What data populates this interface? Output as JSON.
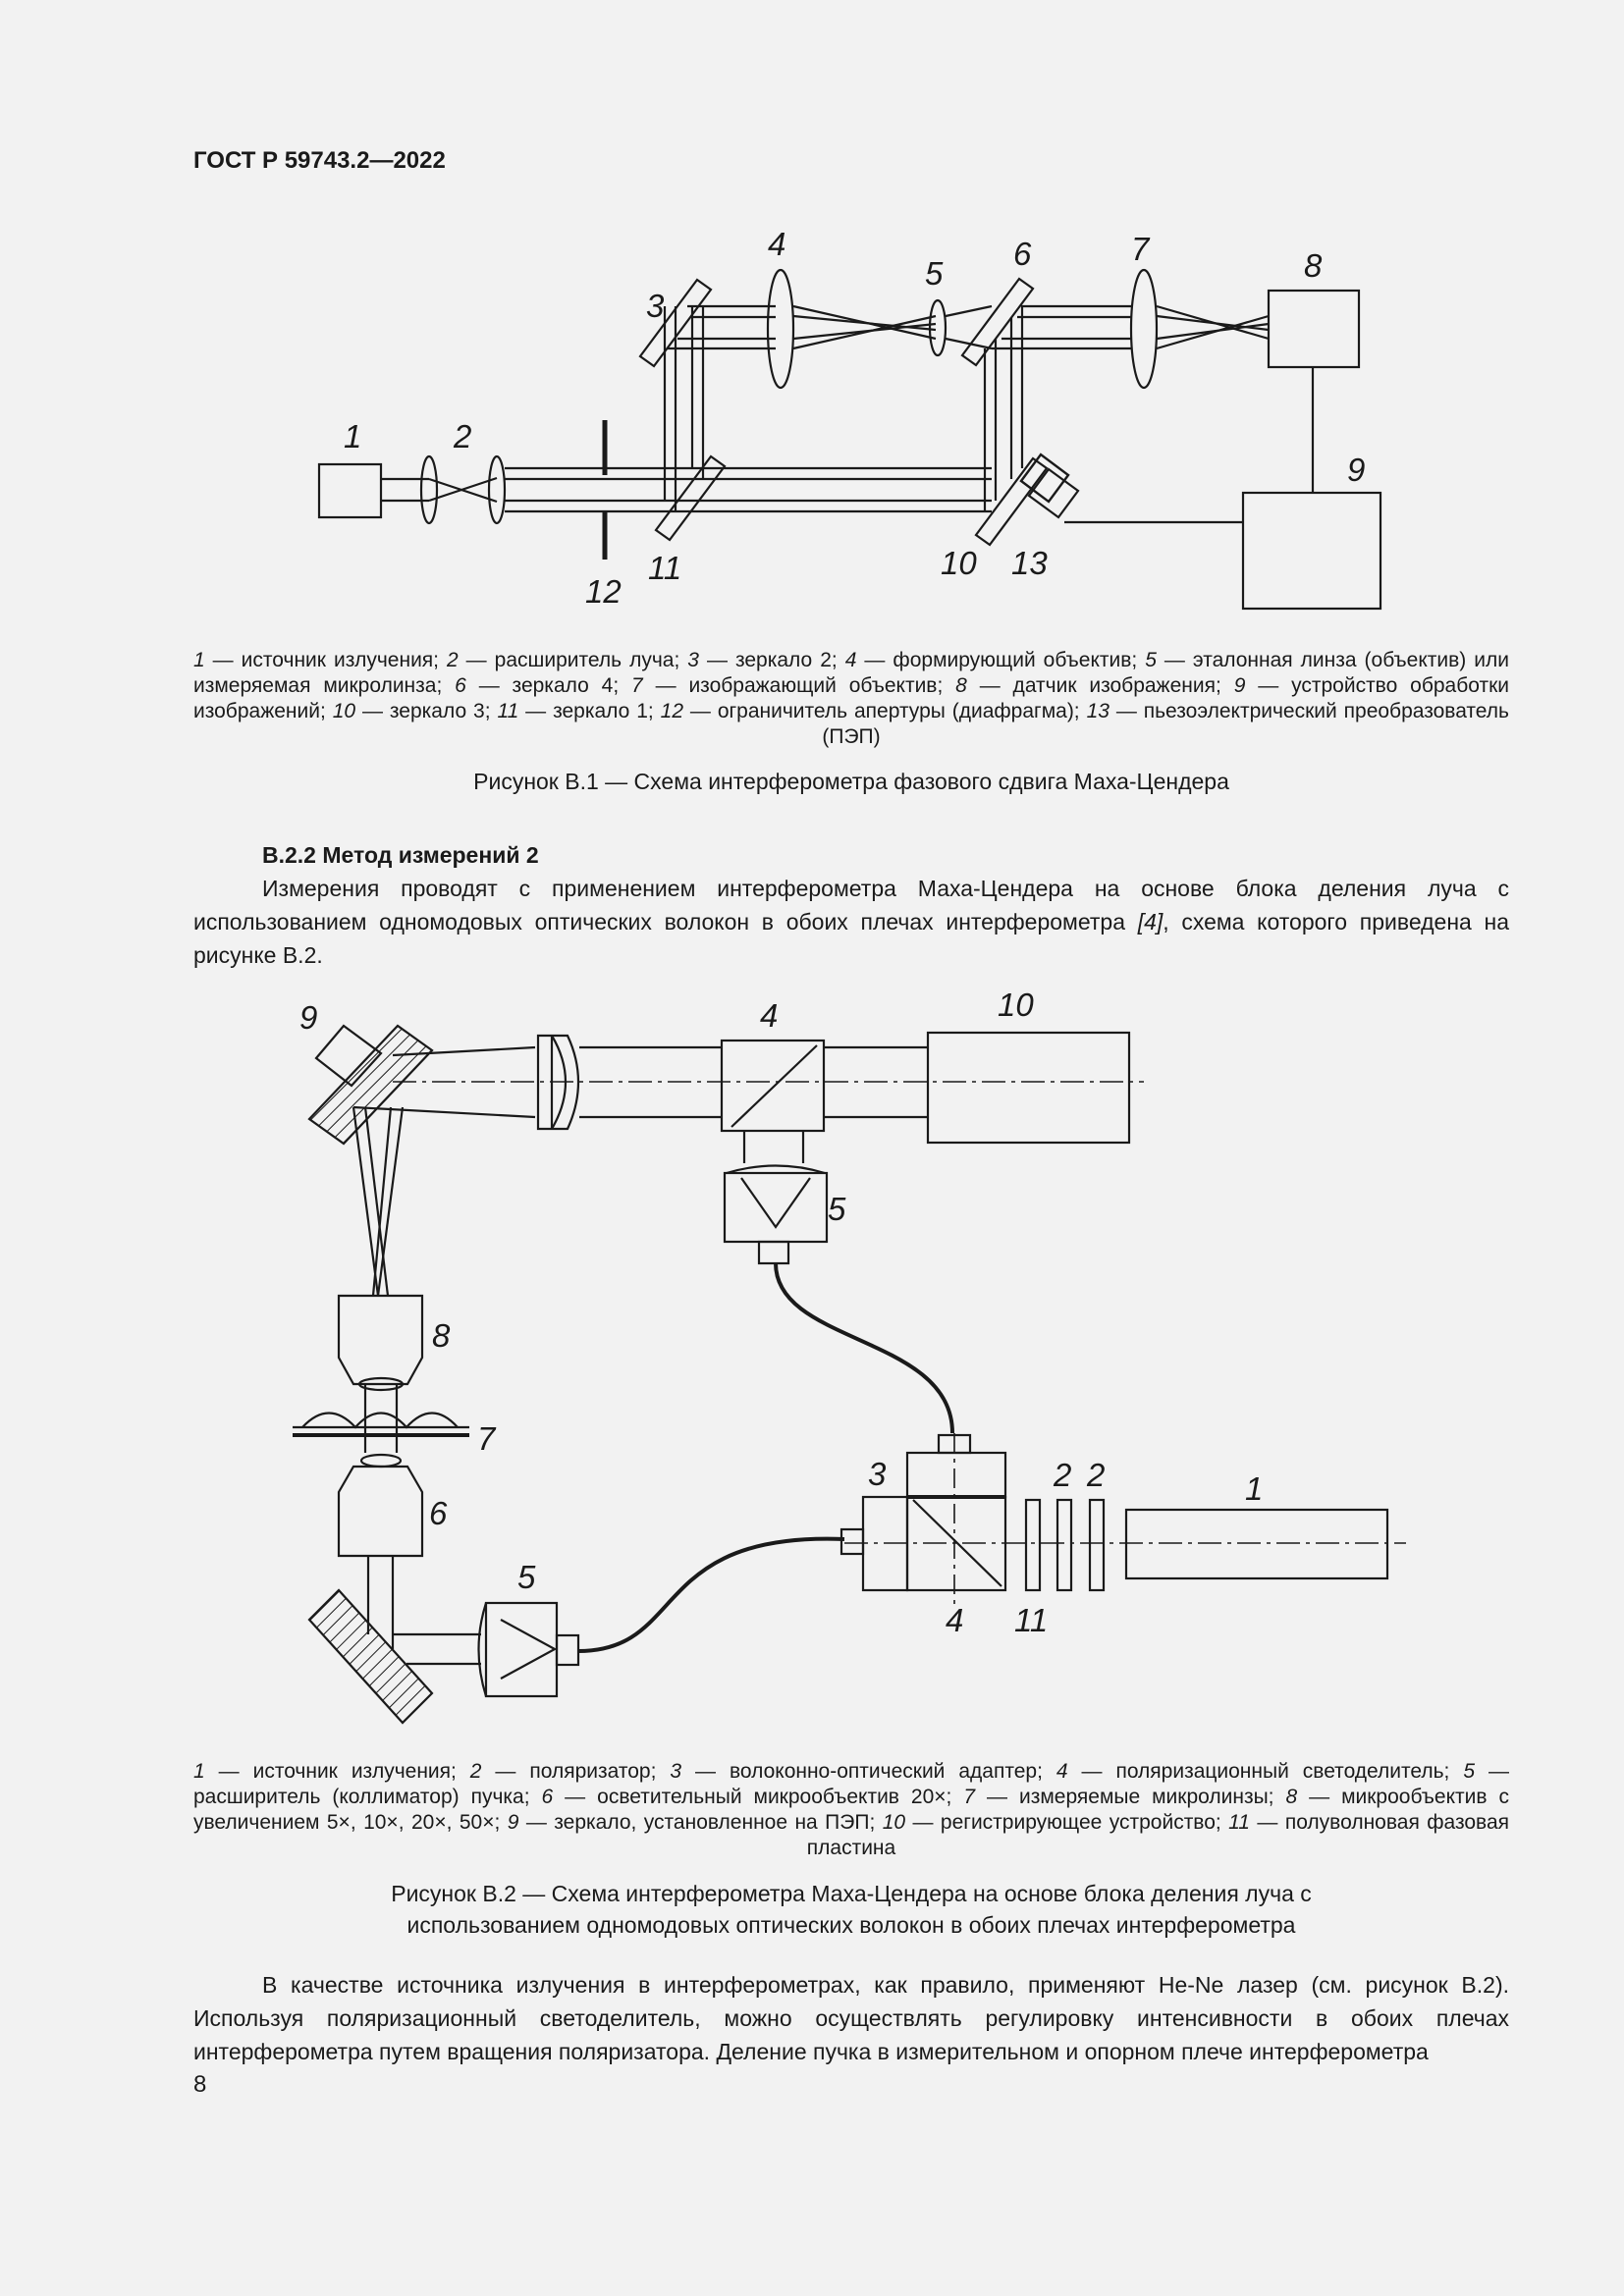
{
  "header": {
    "standard": "ГОСТ Р 59743.2—2022"
  },
  "figure1": {
    "labels": [
      "1",
      "2",
      "3",
      "4",
      "5",
      "6",
      "7",
      "8",
      "9",
      "10",
      "11",
      "12",
      "13"
    ],
    "legend": [
      [
        "1",
        " — источник излучения; "
      ],
      [
        "2",
        " — расширитель луча; "
      ],
      [
        "3",
        " — зеркало 2; "
      ],
      [
        "4",
        " — формирующий объектив; "
      ],
      [
        "5",
        " — эталонная линза (объектив) или измеряемая микролинза; "
      ],
      [
        "6",
        " — зеркало 4; "
      ],
      [
        "7",
        " — изображающий объектив; "
      ],
      [
        "8",
        " — датчик изображения; "
      ],
      [
        "9",
        " — устройство обработки изображений; "
      ],
      [
        "10",
        " — зеркало 3; "
      ],
      [
        "11",
        " — зеркало 1; "
      ],
      [
        "12",
        " — ограничитель апертуры (диафрагма); "
      ],
      [
        "13",
        " — пьезоэлектрический преобразователь (ПЭП)"
      ]
    ],
    "caption": "Рисунок В.1 — Схема интерферометра фазового сдвига Маха-Цендера"
  },
  "section": {
    "title": "В.2.2 Метод измерений 2",
    "text_before_ref": "Измерения проводят с применением интерферометра Маха-Цендера на основе блока деления луча с использованием одномодовых оптических волокон в обоих плечах интерферометра ",
    "ref": "[4]",
    "text_after_ref": ", схема которого приведена на рисунке В.2."
  },
  "figure2": {
    "labels": [
      "9",
      "4",
      "10",
      "5",
      "8",
      "7",
      "6",
      "5",
      "3",
      "4",
      "2",
      "2",
      "1",
      "11"
    ],
    "legend": [
      [
        "1",
        " — источник излучения; "
      ],
      [
        "2",
        " — поляризатор; "
      ],
      [
        "3",
        " — волоконно-оптический адаптер; "
      ],
      [
        "4",
        " — поляризационный светоделитель; "
      ],
      [
        "5",
        " — расширитель (коллиматор) пучка; "
      ],
      [
        "6",
        " — осветительный микрообъектив 20×; "
      ],
      [
        "7",
        " — измеряемые микролинзы; "
      ],
      [
        "8",
        " — микрообъектив с увеличением 5×, 10×, 20×, 50×; "
      ],
      [
        "9",
        " — зеркало, установленное на ПЭП; "
      ],
      [
        "10",
        " — регистрирующее устройство; "
      ],
      [
        "11",
        " — полуволновая фазовая пластина"
      ]
    ],
    "caption": "Рисунок В.2 — Схема интерферометра Маха-Цендера на основе блока деления луча с использованием одномодовых оптических волокон в обоих плечах интерферометра"
  },
  "body_text": "В качестве источника излучения в интерферометрах, как правило, применяют He-Ne лазер (см. рисунок В.2). Используя поляризационный светоделитель, можно осуществлять регулировку интенсивности в обоих плечах интерферометра путем вращения поляризатора. Деление пучка в измерительном и опорном плече интерферометра",
  "page_number": "8"
}
